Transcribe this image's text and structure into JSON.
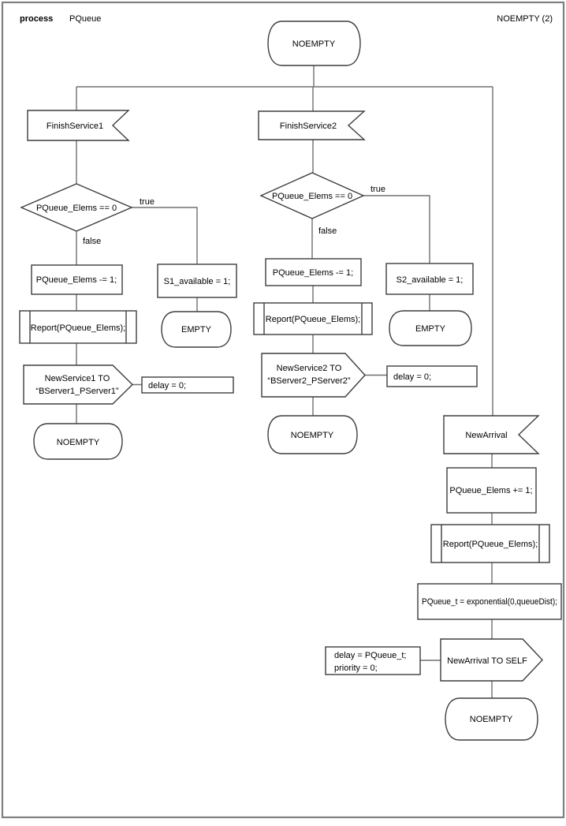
{
  "header": {
    "process_label": "process",
    "process_name": "PQueue",
    "page_title": "NOEMPTY (2)"
  },
  "colors": {
    "background": "#ffffff",
    "frame_border": "#808080",
    "shape_border": "#3d3d3d",
    "connector": "#707070",
    "text": "#000000"
  },
  "diagram": {
    "start_state": "NOEMPTY",
    "finish_service1": {
      "input_signal": "FinishService1",
      "decision": "PQueue_Elems == 0",
      "true_label": "true",
      "false_label": "false",
      "task_false": "PQueue_Elems -= 1;",
      "procedure": "Report(PQueue_Elems);",
      "send_line1": "NewService1 TO",
      "send_line2": "“BServer1_PServer1”",
      "send_comment": "delay = 0;",
      "next_state_false": "NOEMPTY",
      "task_true": "S1_available = 1;",
      "next_state_true": "EMPTY"
    },
    "finish_service2": {
      "input_signal": "FinishService2",
      "decision": "PQueue_Elems == 0",
      "true_label": "true",
      "false_label": "false",
      "task_false": "PQueue_Elems -= 1;",
      "procedure": "Report(PQueue_Elems);",
      "send_line1": "NewService2 TO",
      "send_line2": "“BServer2_PServer2”",
      "send_comment": "delay = 0;",
      "next_state_false": "NOEMPTY",
      "task_true": "S2_available = 1;",
      "next_state_true": "EMPTY"
    },
    "new_arrival": {
      "input_signal": "NewArrival",
      "task_increment": "PQueue_Elems += 1;",
      "procedure": "Report(PQueue_Elems);",
      "task_sample": "PQueue_t = exponential(0,queueDist);",
      "send": "NewArrival TO SELF",
      "send_comment_line1": "delay = PQueue_t;",
      "send_comment_line2": "priority = 0;",
      "next_state": "NOEMPTY"
    }
  }
}
